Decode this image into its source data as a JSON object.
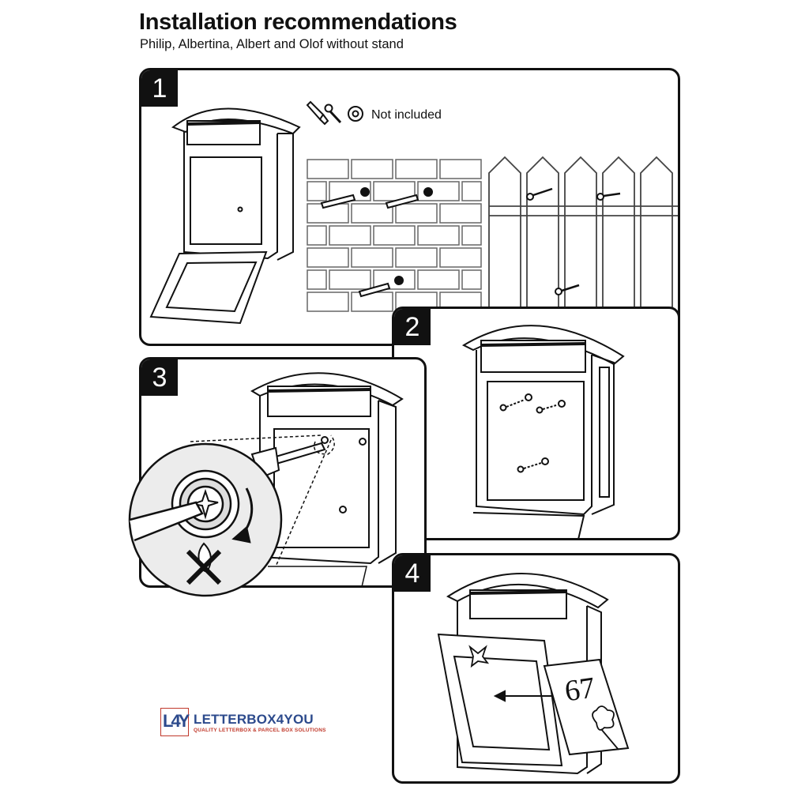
{
  "header": {
    "title": "Installation recommendations",
    "subtitle": "Philip, Albertina, Albert and Olof without stand"
  },
  "steps": [
    {
      "number": "1",
      "note": "Not included",
      "icons": [
        "wall-plug-icon",
        "screw-icon",
        "washer-icon"
      ]
    },
    {
      "number": "2"
    },
    {
      "number": "3"
    },
    {
      "number": "4",
      "house_number": "67"
    }
  ],
  "brand": {
    "logo_letters": "L4Y",
    "name": "LETTERBOX4YOU",
    "tagline": "QUALITY LETTERBOX & PARCEL BOX SOLUTIONS",
    "colors": {
      "primary": "#2c4a8c",
      "accent": "#c0392b"
    }
  }
}
